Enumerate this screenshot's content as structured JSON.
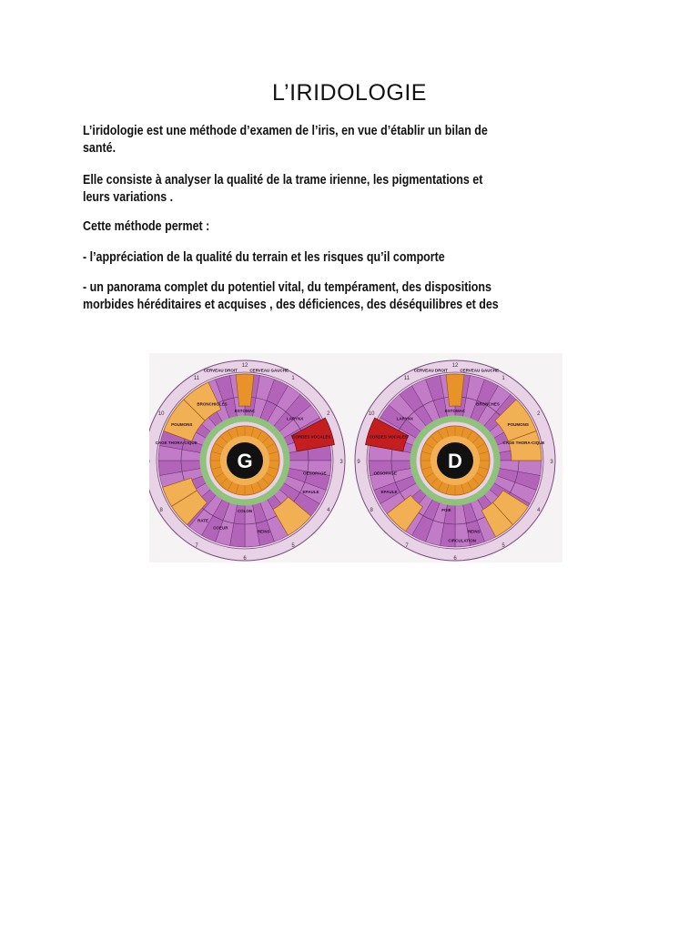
{
  "document": {
    "title": "L’IRIDOLOGIE",
    "paragraphs": [
      "L’iridologie est une méthode d’examen de l’iris, en vue d’établir un bilan de santé.",
      "Elle consiste à analyser la qualité de la trame irienne, les pigmentations et leurs variations .",
      " Cette méthode permet :",
      "- l’appréciation de la qualité du terrain et les risques qu’il comporte",
      "- un panorama complet du potentiel vital, du tempérament, des dispositions morbides héréditaires et acquises , des déficiences, des déséquilibres et des"
    ]
  },
  "figure": {
    "left_iris": {
      "letter": "G",
      "labels": [
        "POUMONS",
        "CAGE THORA-CIQUE",
        "BRONCHIOLES",
        "ESTOMAC",
        "LARYNX",
        "CORDES VOCALES",
        "OESOPAGE",
        "EPAULE",
        "COLON",
        "REINS",
        "RATE",
        "COEUR",
        "CERVEAU DROIT",
        "CERVEAU GAUCHE"
      ]
    },
    "right_iris": {
      "letter": "D",
      "labels": [
        "POUMONS",
        "CAGE THORA-CIQUE",
        "BRONCHES",
        "ESTOMAC",
        "LARYNX",
        "CORDES VOCALES",
        "OESOPAGE",
        "EPAULE",
        "FOIE",
        "REINS",
        "CIRCULATION",
        "CERVEAU DROIT",
        "CERVEAU GAUCHE"
      ]
    },
    "clock_numbers": [
      "12",
      "1",
      "2",
      "3",
      "4",
      "5",
      "6",
      "7",
      "8",
      "9",
      "10",
      "11"
    ],
    "colors": {
      "outer_ring": "#e8d3e6",
      "purple_zone": "#b265b8",
      "purple_dark": "#8a3c92",
      "orange": "#e8922a",
      "orange_light": "#f2b055",
      "red": "#c41e1e",
      "green": "#8fc27a",
      "pupil": "#111111"
    }
  }
}
